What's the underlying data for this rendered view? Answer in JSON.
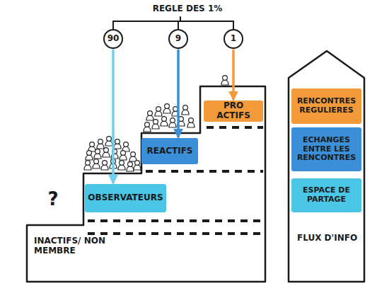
{
  "diagram": {
    "title": "REGLE DES 1%",
    "nodes": [
      {
        "text": [
          "90"
        ]
      },
      {
        "text": [
          "9"
        ]
      },
      {
        "text": [
          "1"
        ]
      },
      {
        "text": [
          "INACTIFS/ NON MEMBRE"
        ]
      },
      {
        "text": [
          "PRO ACTIFS"
        ],
        "in": 3
      },
      {
        "text": [
          "REACTIFS"
        ],
        "in": 3
      },
      {
        "text": [
          "OBSERVATEURS"
        ],
        "in": 3
      },
      {
        "text": [
          "FLUX D'INFO"
        ]
      },
      {
        "text": [
          "RENCONTRES REGULIERES"
        ],
        "in": 7
      },
      {
        "text": [
          "ECHANGES ENTRE LES RENCONTRES"
        ],
        "in": 7
      },
      {
        "text": [
          "ESPACE DE PARTAGE"
        ],
        "in": 7
      }
    ],
    "edges": [
      {
        "from": 0,
        "to": 6,
        "arrow": "to"
      },
      {
        "from": 1,
        "to": 5,
        "arrow": "to"
      },
      {
        "from": 2,
        "to": 4,
        "arrow": "to"
      }
    ],
    "labels": [
      "?"
    ]
  }
}
